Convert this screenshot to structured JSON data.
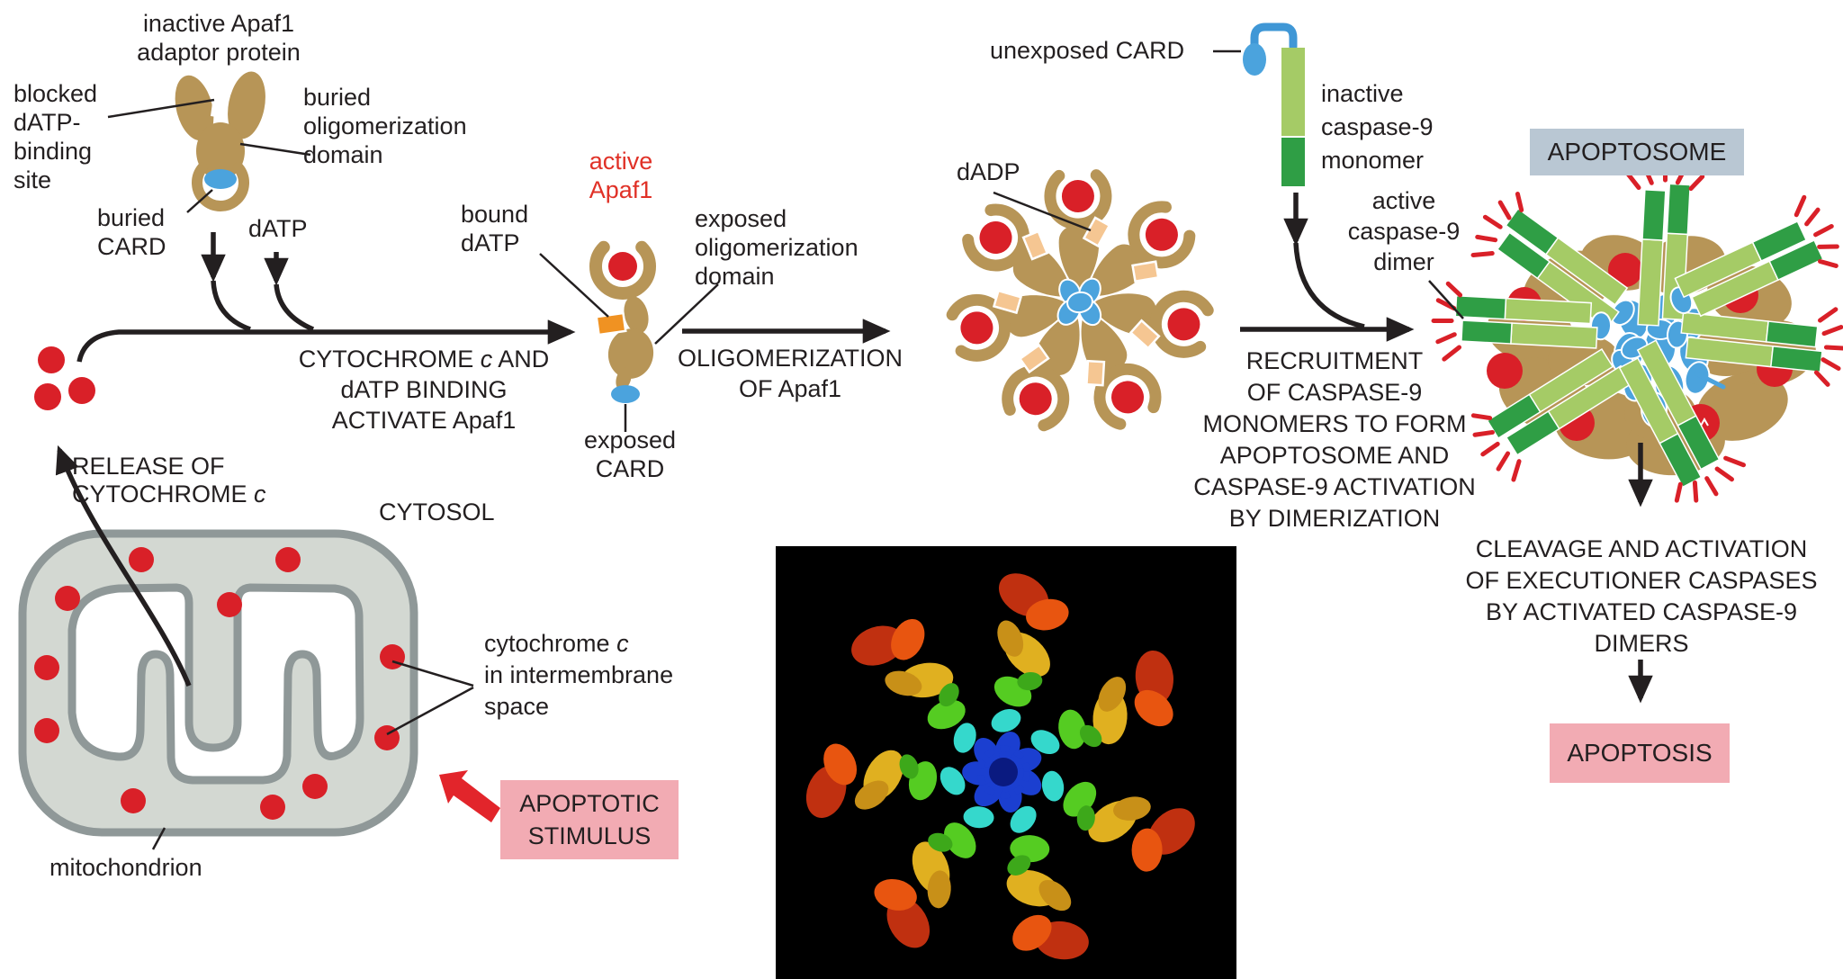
{
  "figure_labels": {
    "inactive_apaf1": {
      "l1": "inactive Apaf1",
      "l2": "adaptor protein"
    },
    "blocked_site": {
      "l1": "blocked",
      "l2": "dATP-",
      "l3": "binding",
      "l4": "site"
    },
    "buried_olig": {
      "l1": "buried",
      "l2": "oligomerization",
      "l3": "domain"
    },
    "buried_card": {
      "l1": "buried",
      "l2": "CARD"
    },
    "datp": "dATP",
    "active_apaf1": {
      "l1": "active",
      "l2": "Apaf1"
    },
    "bound_datp": {
      "l1": "bound",
      "l2": "dATP"
    },
    "exposed_olig": {
      "l1": "exposed",
      "l2": "oligomerization",
      "l3": "domain"
    },
    "exposed_card": {
      "l1": "exposed",
      "l2": "CARD"
    },
    "dadp": "dADP",
    "unexposed_card": "unexposed CARD",
    "inactive_casp9": {
      "l1": "inactive",
      "l2": "caspase-9",
      "l3": "monomer"
    },
    "active_casp9": {
      "l1": "active",
      "l2": "caspase-9",
      "l3": "dimer"
    },
    "apoptosome": "APOPTOSOME",
    "cytosol": "CYTOSOL",
    "mitochondrion": "mitochondrion",
    "cytc_space": {
      "l1pre": "cytochrome ",
      "l1it": "c",
      "l2": "in intermembrane",
      "l3": "space"
    },
    "apoptotic_stimulus": {
      "l1": "APOPTOTIC",
      "l2": "STIMULUS"
    },
    "apoptosis": "APOPTOSIS"
  },
  "process_steps": {
    "activation": {
      "l1pre": "CYTOCHROME ",
      "l1it": "c",
      "l1post": " AND",
      "l2": "dATP BINDING",
      "l3": "ACTIVATE Apaf1"
    },
    "oligomerization": {
      "l1": "OLIGOMERIZATION",
      "l2": "OF Apaf1"
    },
    "recruitment": {
      "l1": "RECRUITMENT",
      "l2": "OF CASPASE-9",
      "l3": "MONOMERS TO FORM",
      "l4": "APOPTOSOME AND",
      "l5": "CASPASE-9 ACTIVATION",
      "l6": "BY DIMERIZATION"
    },
    "cleavage": {
      "l1": "CLEAVAGE AND ACTIVATION",
      "l2": "OF EXECUTIONER CASPASES",
      "l3": "BY ACTIVATED CASPASE-9",
      "l4": "DIMERS"
    },
    "release": {
      "l1": "RELEASE OF",
      "l2pre": "CYTOCHROME ",
      "l2it": "c"
    }
  },
  "colors": {
    "apaf1_tan": "#b79557",
    "cytochrome_red": "#d92028",
    "card_blue": "#4ba3dd",
    "datp_orange": "#f09222",
    "dadp_light_orange": "#f5c692",
    "caspase_light_green": "#a5cb66",
    "caspase_dark_green": "#2f9e45",
    "membrane_gray": "#8f9898",
    "mito_fill": "#d3d8d2",
    "apoptosome_box_blue": "#b9c7d3",
    "stimulus_box_pink": "#f2abb3",
    "active_label_red": "#e03127",
    "text_black": "#231f20",
    "structure_panel_black": "#000000"
  }
}
